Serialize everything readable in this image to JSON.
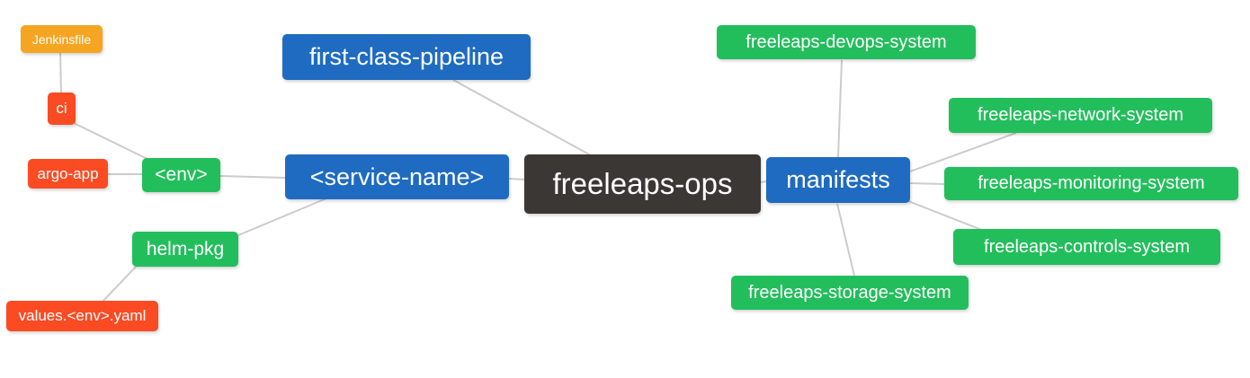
{
  "colors": {
    "root_bg": "#3B3734",
    "branch_bg": "#1F6BC1",
    "leaf_green_bg": "#23BE5C",
    "leaf_red_bg": "#FA4B23",
    "leaf_orange_bg": "#F5A522",
    "edge_line": "#CCCCCC",
    "node_text": "#FFFFFF",
    "background": "#FFFFFF"
  },
  "nodes": [
    {
      "id": "jenkinsfile",
      "label": "Jenkinsfile"
    },
    {
      "id": "ci",
      "label": "ci"
    },
    {
      "id": "argo-app",
      "label": "argo-app"
    },
    {
      "id": "env",
      "label": "<env>"
    },
    {
      "id": "helm-pkg",
      "label": "helm-pkg"
    },
    {
      "id": "values-env-yaml",
      "label": "values.<env>.yaml"
    },
    {
      "id": "first-class-pipeline",
      "label": "first-class-pipeline"
    },
    {
      "id": "service-name",
      "label": "<service-name>"
    },
    {
      "id": "freeleaps-ops",
      "label": "freeleaps-ops"
    },
    {
      "id": "manifests",
      "label": "manifests"
    },
    {
      "id": "freeleaps-devops-system",
      "label": "freeleaps-devops-system"
    },
    {
      "id": "freeleaps-network-system",
      "label": "freeleaps-network-system"
    },
    {
      "id": "freeleaps-monitoring-system",
      "label": "freeleaps-monitoring-system"
    },
    {
      "id": "freeleaps-controls-system",
      "label": "freeleaps-controls-system"
    },
    {
      "id": "freeleaps-storage-system",
      "label": "freeleaps-storage-system"
    }
  ],
  "edges": [
    {
      "from": "jenkinsfile",
      "to": "ci"
    },
    {
      "from": "ci",
      "to": "env"
    },
    {
      "from": "argo-app",
      "to": "env"
    },
    {
      "from": "env",
      "to": "service-name"
    },
    {
      "from": "helm-pkg",
      "to": "service-name"
    },
    {
      "from": "values-env-yaml",
      "to": "helm-pkg"
    },
    {
      "from": "first-class-pipeline",
      "to": "freeleaps-ops"
    },
    {
      "from": "service-name",
      "to": "freeleaps-ops"
    },
    {
      "from": "freeleaps-ops",
      "to": "manifests"
    },
    {
      "from": "manifests",
      "to": "freeleaps-devops-system"
    },
    {
      "from": "manifests",
      "to": "freeleaps-network-system"
    },
    {
      "from": "manifests",
      "to": "freeleaps-monitoring-system"
    },
    {
      "from": "manifests",
      "to": "freeleaps-controls-system"
    },
    {
      "from": "manifests",
      "to": "freeleaps-storage-system"
    }
  ]
}
